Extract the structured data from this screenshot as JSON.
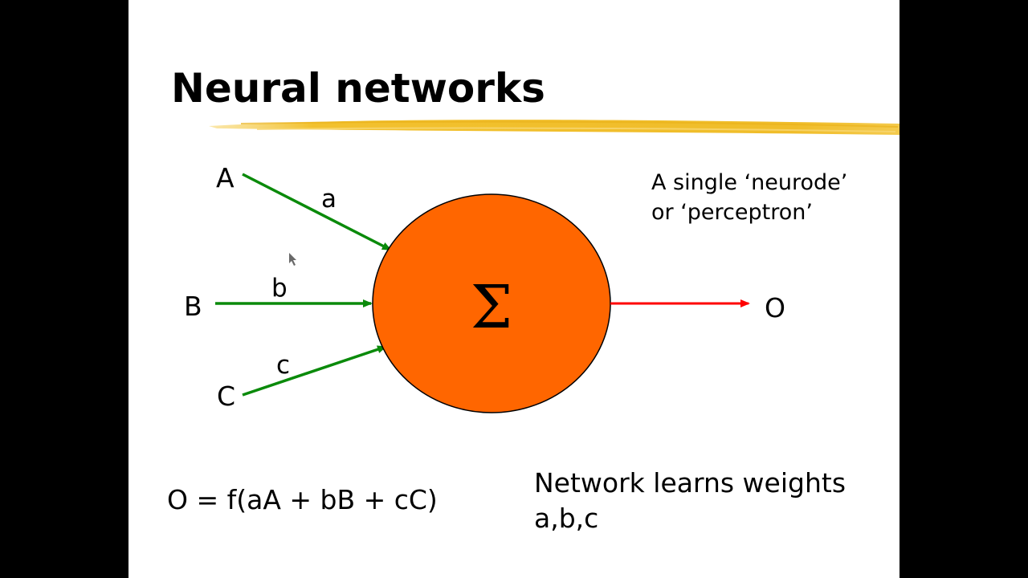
{
  "slide": {
    "title": "Neural networks",
    "neuron": {
      "symbol": "Σ",
      "fill_color": "#ff6600"
    },
    "inputs": [
      {
        "name": "A",
        "weight": "a"
      },
      {
        "name": "B",
        "weight": "b"
      },
      {
        "name": "C",
        "weight": "c"
      }
    ],
    "output": {
      "name": "O"
    },
    "colors": {
      "input_arrow": "#0a8a0a",
      "output_arrow": "#ff0000",
      "title_underline": "#f2c12e"
    },
    "note": {
      "line1": "A single ‘neurode’",
      "line2": "or ‘perceptron’"
    },
    "formula": "O = f(aA + bB + cC)",
    "learning_note": {
      "line1": "Network learns weights",
      "line2": "a,b,c"
    }
  }
}
